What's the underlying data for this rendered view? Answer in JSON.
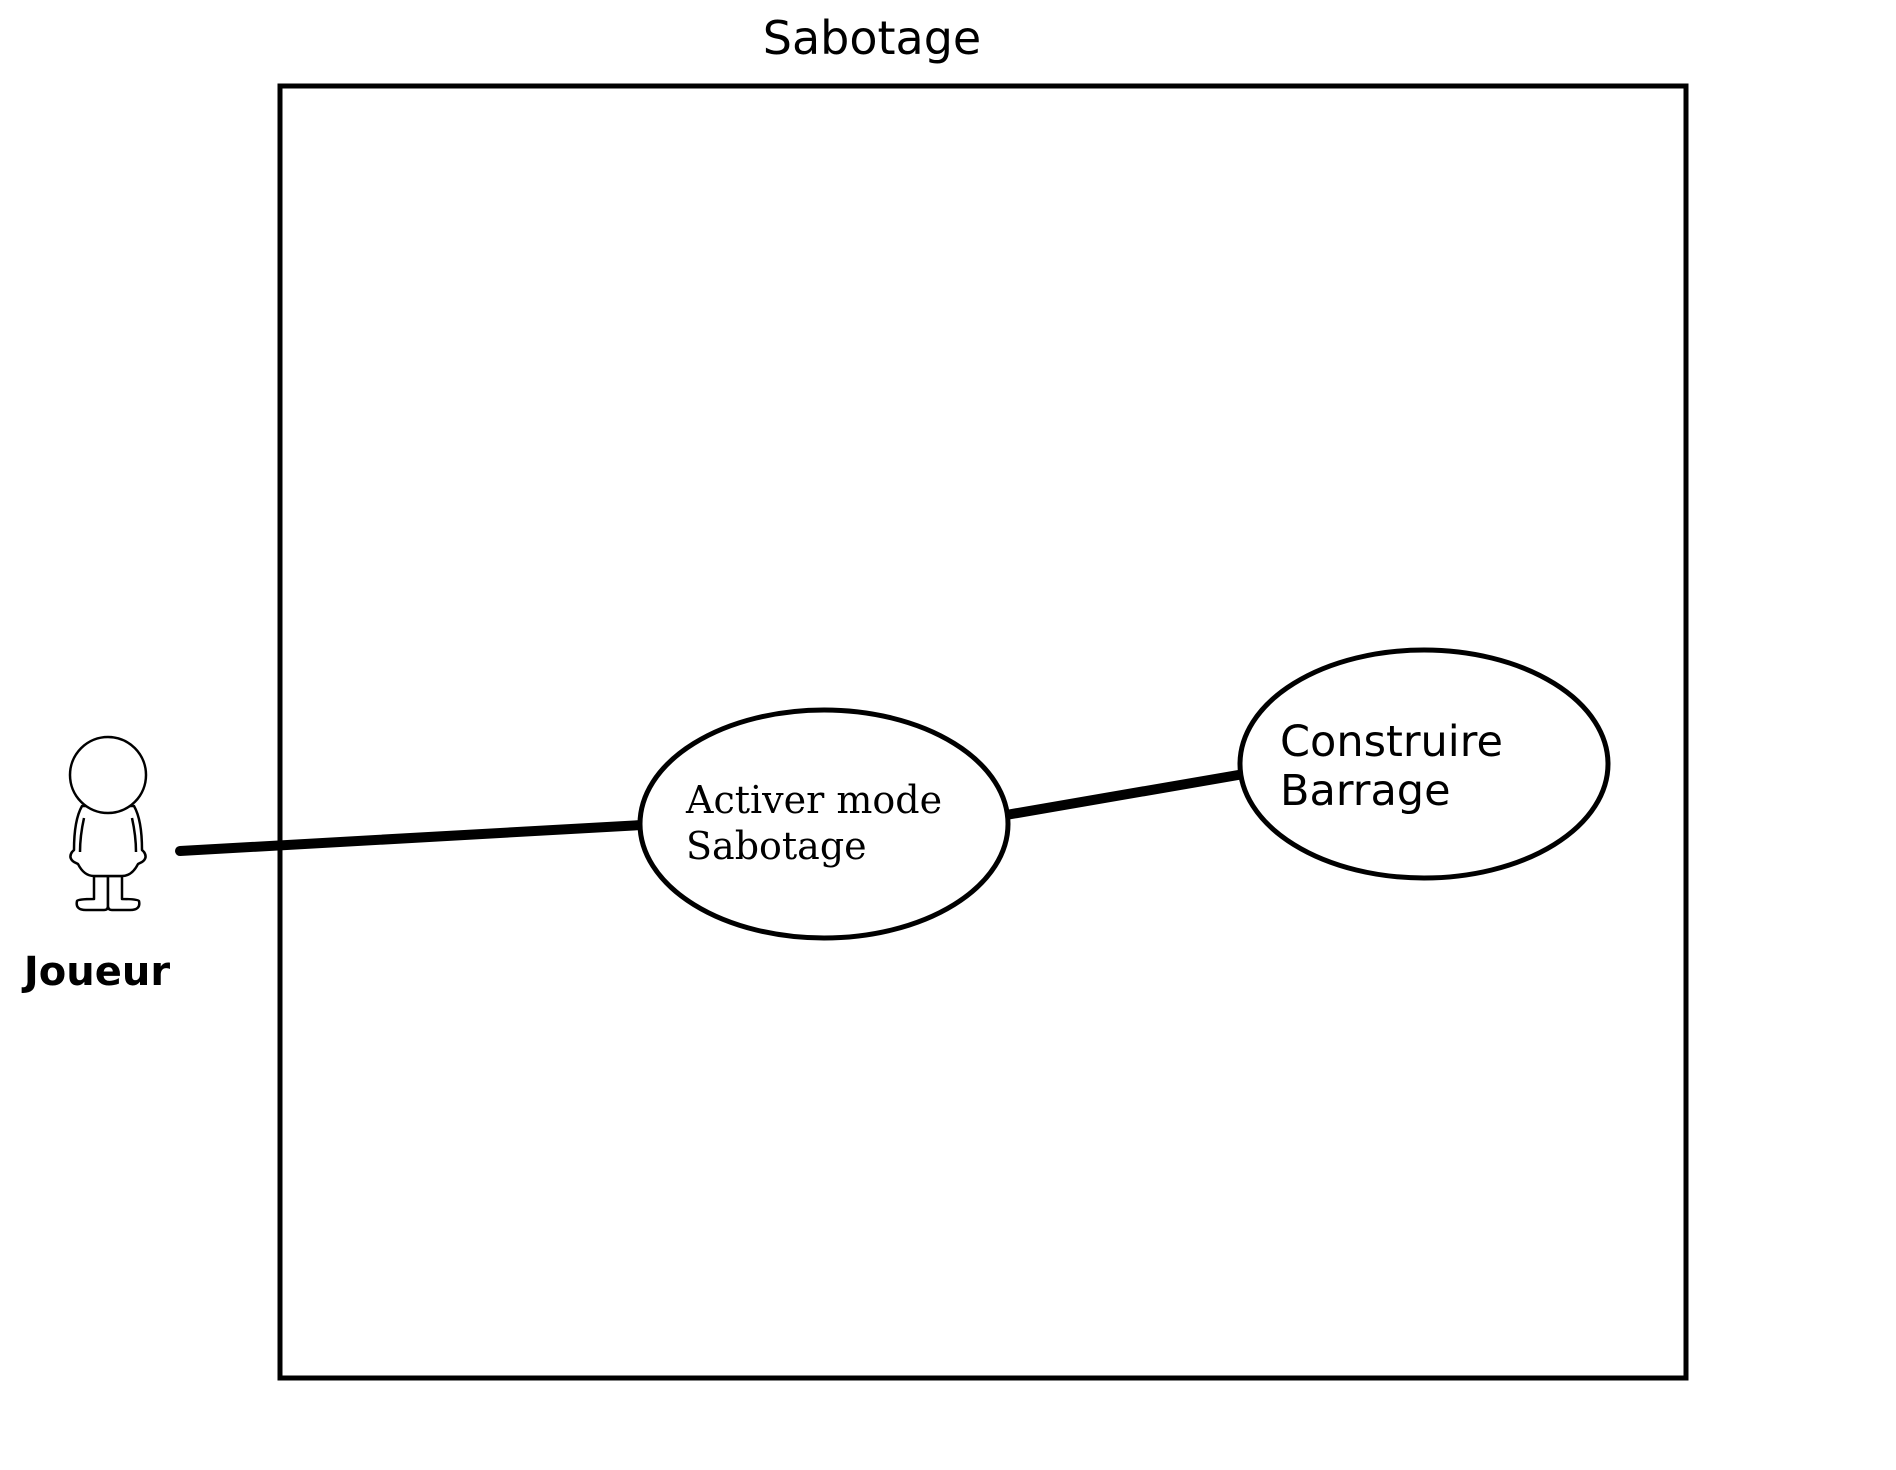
{
  "system": {
    "title": "Sabotage"
  },
  "actor": {
    "label": "Joueur",
    "icon": "stick-figure-icon"
  },
  "use_cases": [
    {
      "line1": "Activer mode",
      "line2": "Sabotage"
    },
    {
      "line1": "Construire",
      "line2": "Barrage"
    }
  ],
  "colors": {
    "stroke": "#000000",
    "background": "#ffffff"
  }
}
